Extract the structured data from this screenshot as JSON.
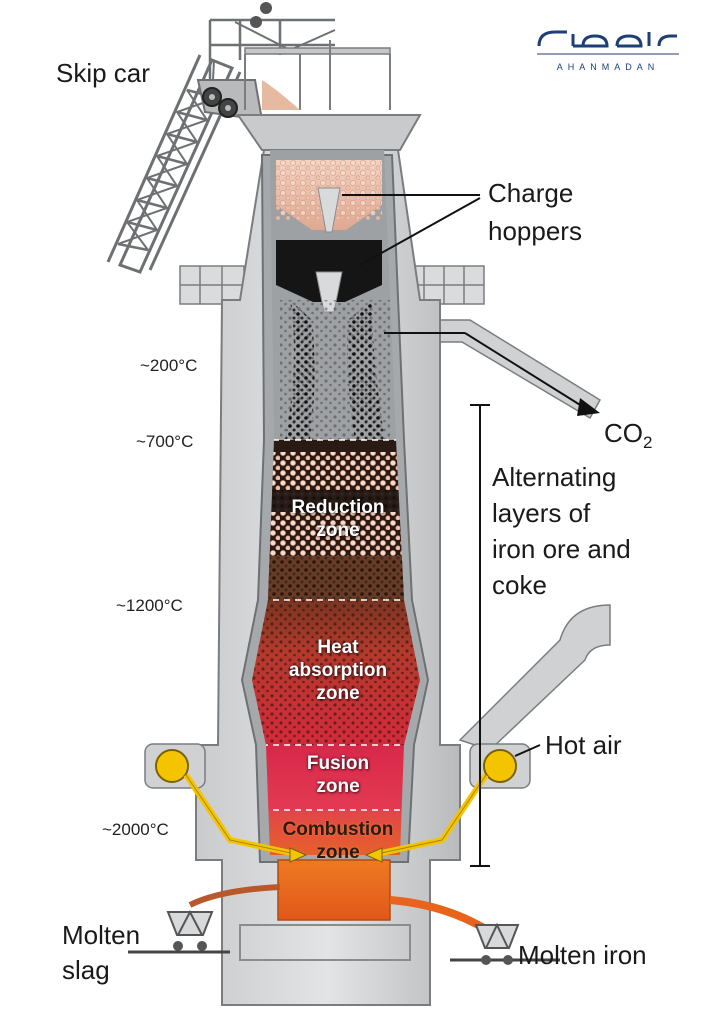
{
  "logo": {
    "brand_text": "AHANMADAN",
    "persian_text": "آهن مدن"
  },
  "labels": {
    "skip_car": "Skip car",
    "charge_hoppers_line1": "Charge",
    "charge_hoppers_line2": "hoppers",
    "co2_main": "CO",
    "co2_sub": "2",
    "alternating_line1": "Alternating",
    "alternating_line2": "layers of",
    "alternating_line3": "iron ore and",
    "alternating_line4": "coke",
    "hot_air": "Hot air",
    "molten_slag_line1": "Molten",
    "molten_slag_line2": "slag",
    "molten_iron": "Molten iron"
  },
  "temperatures": [
    "~200°C",
    "~700°C",
    "~1200°C",
    "~2000°C"
  ],
  "zones": {
    "reduction": [
      "Reduction",
      "zone"
    ],
    "heat_absorption": [
      "Heat",
      "absorption",
      "zone"
    ],
    "fusion": [
      "Fusion",
      "zone"
    ],
    "combustion": [
      "Combustion",
      "zone"
    ]
  },
  "colors": {
    "steel_light": "#d6d8da",
    "steel_mid": "#a9acaf",
    "steel_dark": "#6e7174",
    "ore": "#e8b8a0",
    "coke": "#1a1a1a",
    "heat_zone": "#b8332c",
    "fusion_zone": "#d9214a",
    "combustion_zone": "#e25a1c",
    "hot_air_pipe": "#f5c400",
    "molten_iron": "#e8641c",
    "logo_blue": "#1d3f73"
  }
}
